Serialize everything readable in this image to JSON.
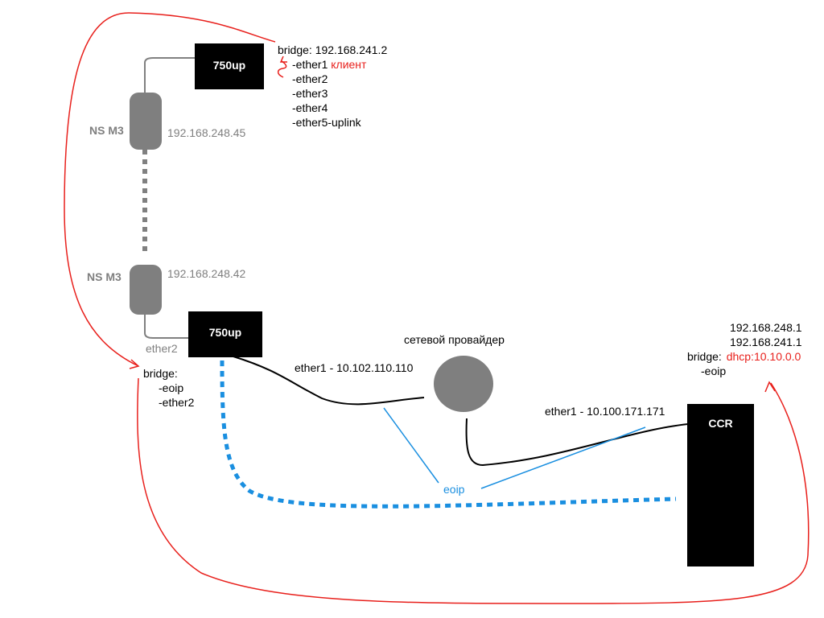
{
  "devices": {
    "router_top": {
      "label": "750up"
    },
    "router_bottom": {
      "label": "750up"
    },
    "ccr": {
      "label": "CCR"
    },
    "ns_top": {
      "label": "NS M3",
      "ip": "192.168.248.45"
    },
    "ns_bottom": {
      "label": "NS M3",
      "ip": "192.168.248.42"
    }
  },
  "top_bridge": {
    "title": "bridge: 192.168.241.2",
    "ports": [
      "-ether1",
      "-ether2",
      "-ether3",
      "-ether4",
      "-ether5-uplink"
    ],
    "client_label": "клиент"
  },
  "bottom_bridge": {
    "port_label": "ether2",
    "title": "bridge:",
    "ports": [
      "-eoip",
      "-ether2"
    ]
  },
  "provider": {
    "label": "сетевой провайдер",
    "left_link": "ether1 - 10.102.110.110",
    "right_link": "ether1 - 10.100.171.171"
  },
  "ccr_info": {
    "ip1": "192.168.248.1",
    "ip2": "192.168.241.1",
    "bridge_label": "bridge:",
    "dhcp_label": "dhcp:10.10.0.0",
    "port": "-eoip"
  },
  "tunnel": {
    "label": "eoip"
  },
  "colors": {
    "device_fill": "#000000",
    "ns_fill": "#7f7f7f",
    "cloud_fill": "#7f7f7f",
    "tunnel": "#1a8fe0",
    "annotation": "#e8201c",
    "wireless": "#808080"
  }
}
